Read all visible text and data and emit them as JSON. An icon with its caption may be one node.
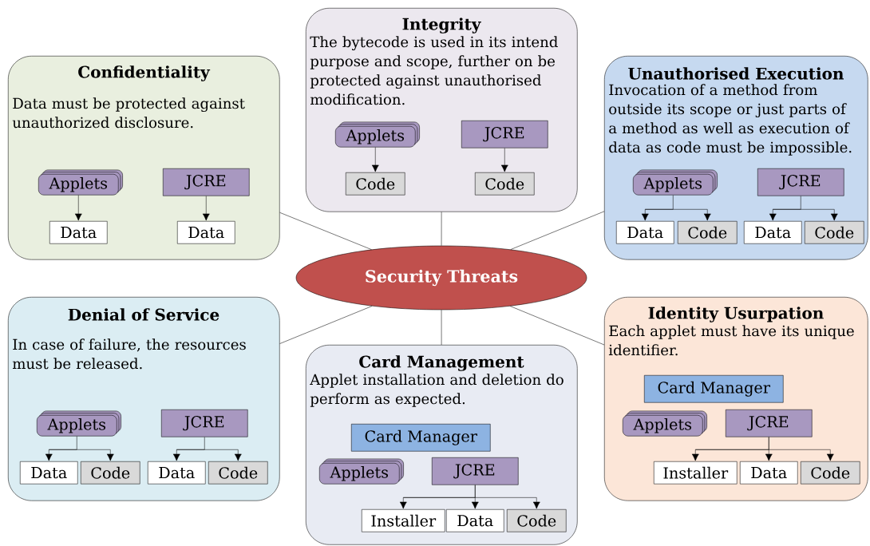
{
  "diagram": {
    "nodes": [
      {
        "text": [
          "Security Threats"
        ]
      },
      {
        "text": [
          "Confidentiality",
          "Data must be protected against unauthorized disclosure."
        ]
      },
      {
        "text": [
          "Applets"
        ],
        "in": 1
      },
      {
        "text": [
          "JCRE"
        ],
        "in": 1
      },
      {
        "text": [
          "Data"
        ],
        "in": 1
      },
      {
        "text": [
          "Data"
        ],
        "in": 1
      },
      {
        "text": [
          "Integrity",
          "The bytecode is used in its intend purpose and scope, further on be protected against unauthorised modification."
        ]
      },
      {
        "text": [
          "Applets"
        ],
        "in": 6
      },
      {
        "text": [
          "JCRE"
        ],
        "in": 6
      },
      {
        "text": [
          "Code"
        ],
        "in": 6
      },
      {
        "text": [
          "Code"
        ],
        "in": 6
      },
      {
        "text": [
          "Unauthorised Execution",
          "Invocation of a method from outside its scope or just parts of a method as well as execution of data as code must be impossible."
        ]
      },
      {
        "text": [
          "Applets"
        ],
        "in": 11
      },
      {
        "text": [
          "JCRE"
        ],
        "in": 11
      },
      {
        "text": [
          "Data"
        ],
        "in": 11
      },
      {
        "text": [
          "Code"
        ],
        "in": 11
      },
      {
        "text": [
          "Data"
        ],
        "in": 11
      },
      {
        "text": [
          "Code"
        ],
        "in": 11
      },
      {
        "text": [
          "Denial of Service",
          "In case of failure, the resources must be released."
        ]
      },
      {
        "text": [
          "Applets"
        ],
        "in": 18
      },
      {
        "text": [
          "JCRE"
        ],
        "in": 18
      },
      {
        "text": [
          "Data"
        ],
        "in": 18
      },
      {
        "text": [
          "Code"
        ],
        "in": 18
      },
      {
        "text": [
          "Data"
        ],
        "in": 18
      },
      {
        "text": [
          "Code"
        ],
        "in": 18
      },
      {
        "text": [
          "Card Management",
          "Applet installation and deletion do perform as expected."
        ]
      },
      {
        "text": [
          "Card Manager"
        ],
        "in": 25
      },
      {
        "text": [
          "Applets"
        ],
        "in": 25
      },
      {
        "text": [
          "JCRE"
        ],
        "in": 25
      },
      {
        "text": [
          "Installer"
        ],
        "in": 25
      },
      {
        "text": [
          "Data"
        ],
        "in": 25
      },
      {
        "text": [
          "Code"
        ],
        "in": 25
      },
      {
        "text": [
          "Identity Usurpation",
          "Each applet must have its unique identifier."
        ]
      },
      {
        "text": [
          "Card Manager"
        ],
        "in": 32
      },
      {
        "text": [
          "Applets"
        ],
        "in": 32
      },
      {
        "text": [
          "JCRE"
        ],
        "in": 32
      },
      {
        "text": [
          "Installer"
        ],
        "in": 32
      },
      {
        "text": [
          "Data"
        ],
        "in": 32
      },
      {
        "text": [
          "Code"
        ],
        "in": 32
      }
    ],
    "edges": [
      {
        "from": 0,
        "to": 1,
        "arrow": "none"
      },
      {
        "from": 0,
        "to": 6,
        "arrow": "none"
      },
      {
        "from": 0,
        "to": 11,
        "arrow": "none"
      },
      {
        "from": 0,
        "to": 18,
        "arrow": "none"
      },
      {
        "from": 0,
        "to": 25,
        "arrow": "none"
      },
      {
        "from": 0,
        "to": 32,
        "arrow": "none"
      },
      {
        "from": 2,
        "to": 4,
        "arrow": "to"
      },
      {
        "from": 3,
        "to": 5,
        "arrow": "to"
      },
      {
        "from": 7,
        "to": 9,
        "arrow": "to"
      },
      {
        "from": 8,
        "to": 10,
        "arrow": "to"
      },
      {
        "from": 12,
        "to": 14,
        "arrow": "to"
      },
      {
        "from": 12,
        "to": 15,
        "arrow": "to"
      },
      {
        "from": 13,
        "to": 16,
        "arrow": "to"
      },
      {
        "from": 13,
        "to": 17,
        "arrow": "to"
      },
      {
        "from": 19,
        "to": 21,
        "arrow": "to"
      },
      {
        "from": 19,
        "to": 22,
        "arrow": "to"
      },
      {
        "from": 20,
        "to": 23,
        "arrow": "to"
      },
      {
        "from": 20,
        "to": 24,
        "arrow": "to"
      },
      {
        "from": 28,
        "to": 29,
        "arrow": "to"
      },
      {
        "from": 28,
        "to": 30,
        "arrow": "to"
      },
      {
        "from": 28,
        "to": 31,
        "arrow": "to"
      },
      {
        "from": 35,
        "to": 36,
        "arrow": "to"
      },
      {
        "from": 35,
        "to": 37,
        "arrow": "to"
      },
      {
        "from": 35,
        "to": 38,
        "arrow": "to"
      }
    ]
  }
}
